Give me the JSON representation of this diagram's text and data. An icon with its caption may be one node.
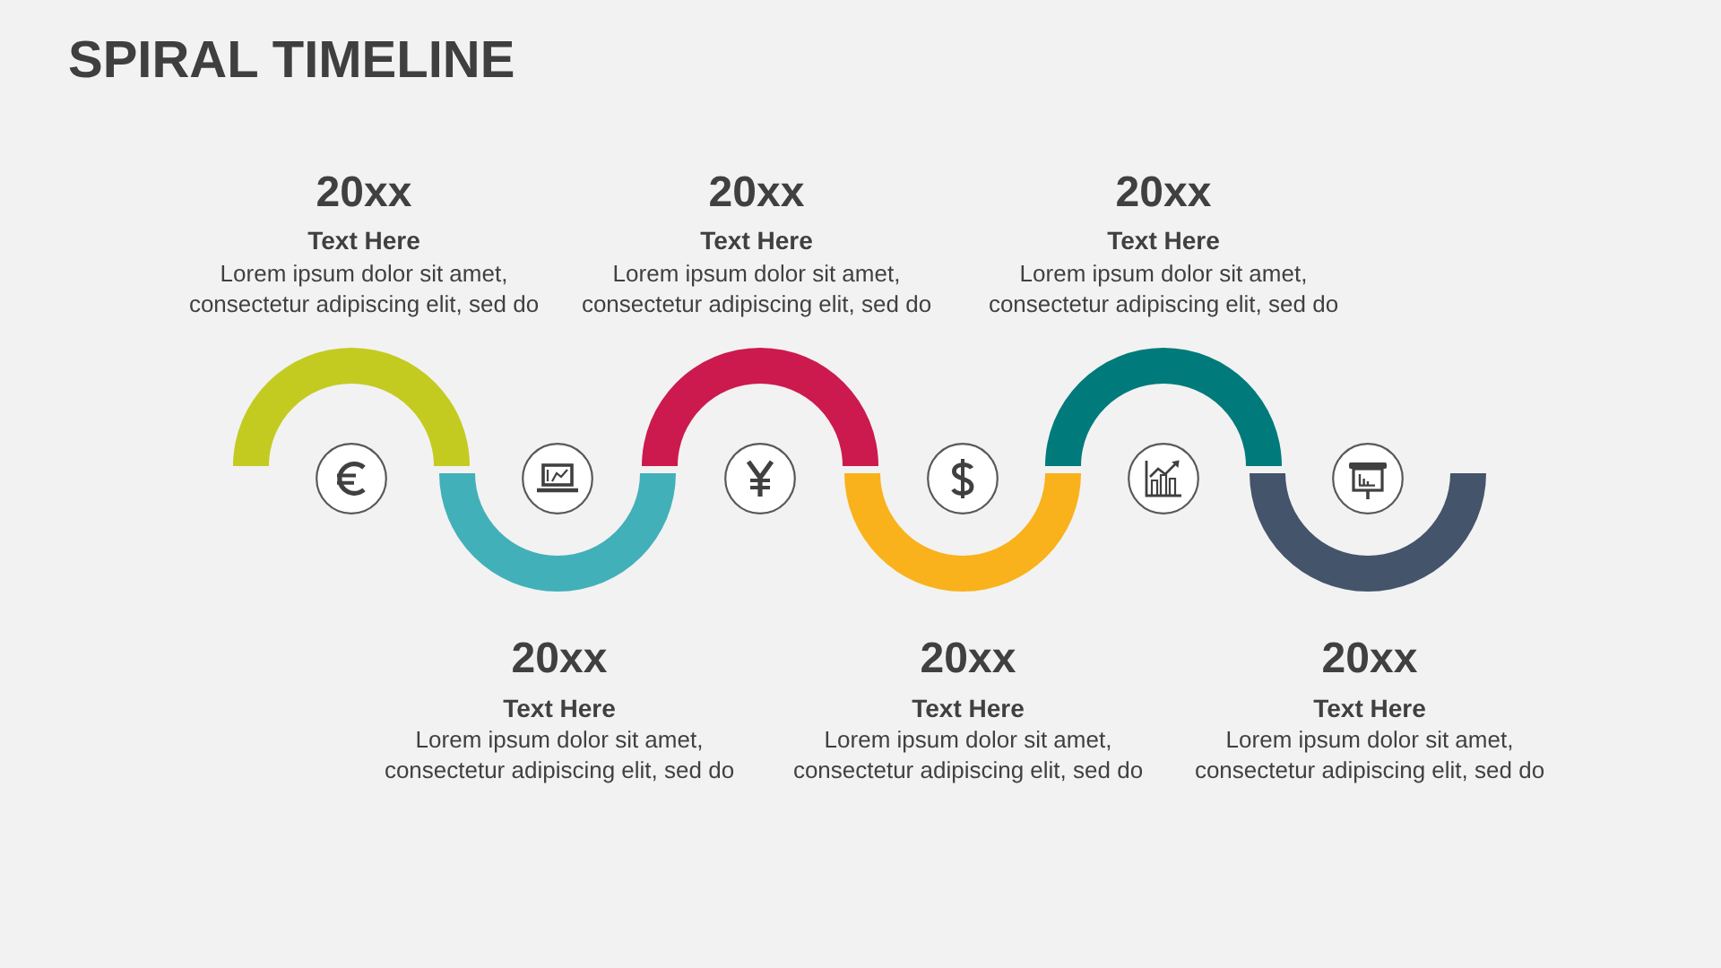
{
  "diagram": {
    "title": "SPIRAL TIMELINE",
    "labels": [
      "20xx",
      "Text Here",
      "Lorem ipsum dolor sit amet, consectetur adipiscing elit, sed do",
      "20xx",
      "Text Here",
      "Lorem ipsum dolor sit amet, consectetur adipiscing elit, sed do",
      "20xx",
      "Text Here",
      "Lorem ipsum dolor sit amet, consectetur adipiscing elit, sed do",
      "20xx",
      "Text Here",
      "Lorem ipsum dolor sit amet, consectetur adipiscing elit, sed do",
      "20xx",
      "Text Here",
      "Lorem ipsum dolor sit amet, consectetur adipiscing elit, sed do",
      "20xx",
      "Text Here",
      "Lorem ipsum dolor sit amet, consectetur adipiscing elit, sed do"
    ]
  }
}
